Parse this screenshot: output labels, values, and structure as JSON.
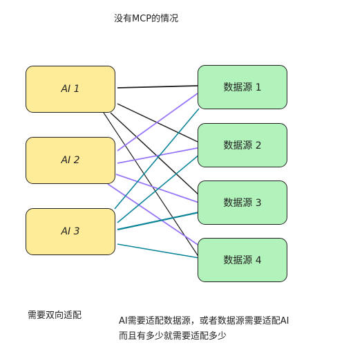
{
  "title": "没有MCP的情况",
  "ai_nodes": [
    {
      "label": "AI 1"
    },
    {
      "label": "AI 2"
    },
    {
      "label": "AI 3"
    }
  ],
  "source_nodes": [
    {
      "label": "数据源 1"
    },
    {
      "label": "数据源 2"
    },
    {
      "label": "数据源 3"
    },
    {
      "label": "数据源 4"
    }
  ],
  "edge_colors": {
    "ai1": "#1e1e1e",
    "ai2": "#9775fa",
    "ai3": "#0c8599"
  },
  "edges": [
    {
      "from": "AI 1",
      "to": "数据源 1"
    },
    {
      "from": "AI 1",
      "to": "数据源 2"
    },
    {
      "from": "AI 1",
      "to": "数据源 3"
    },
    {
      "from": "AI 1",
      "to": "数据源 4"
    },
    {
      "from": "AI 2",
      "to": "数据源 1"
    },
    {
      "from": "AI 2",
      "to": "数据源 2"
    },
    {
      "from": "AI 2",
      "to": "数据源 3"
    },
    {
      "from": "AI 2",
      "to": "数据源 4"
    },
    {
      "from": "AI 3",
      "to": "数据源 1"
    },
    {
      "from": "AI 3",
      "to": "数据源 2"
    },
    {
      "from": "AI 3",
      "to": "数据源 3"
    },
    {
      "from": "AI 3",
      "to": "数据源 4"
    }
  ],
  "notes": {
    "left": "需要双向适配",
    "right_line1": "AI需要适配数据源，或者数据源需要适配AI",
    "right_line2": "而且有多少就需要适配多少"
  }
}
